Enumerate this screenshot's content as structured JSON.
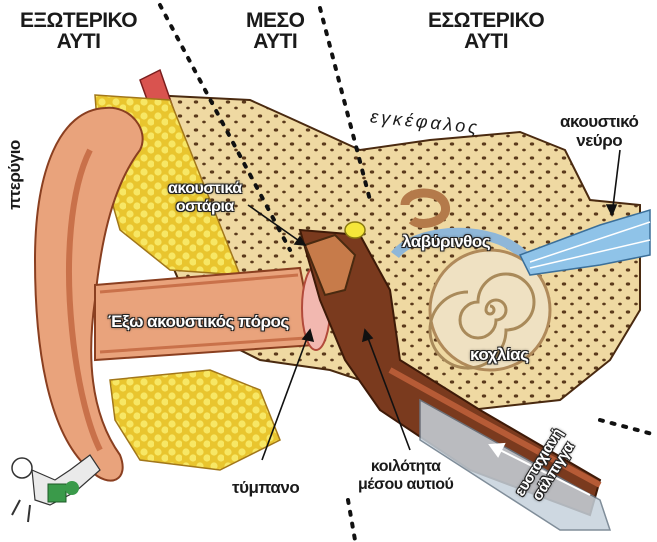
{
  "sections": {
    "outer": [
      "ΕΞΩΤΕΡΙΚΟ",
      "ΑΥΤΙ"
    ],
    "middle": [
      "ΜΕΣΟ",
      "ΑΥΤΙ"
    ],
    "inner": [
      "ΕΣΩΤΕΡΙΚΟ",
      "ΑΥΤΙ"
    ]
  },
  "labels": {
    "pinna": "πτερύγιο",
    "brain": "εγκέφαλος",
    "auditory_nerve": [
      "ακουστικό",
      "νεύρο"
    ],
    "ossicles": [
      "ακουστικά",
      "οστάρια"
    ],
    "labyrinth": "λαβύρινθος",
    "ear_canal": "Έξω ακουστικός πόρος",
    "cochlea": "κοχλίας",
    "eardrum": "τύμπανο",
    "middle_ear_cavity": [
      "κοιλότητα",
      "μέσου αυτιού"
    ],
    "eustachian_tube": [
      "ευσταχιανή",
      "σάλπιγγα"
    ]
  },
  "colors": {
    "skin": "#e9a37c",
    "skin_dark": "#c9714a",
    "bone": "#efd9a2",
    "fat": "#f3de3c",
    "tube": "#7a3a1e",
    "nerve": "#8fc3e8"
  }
}
